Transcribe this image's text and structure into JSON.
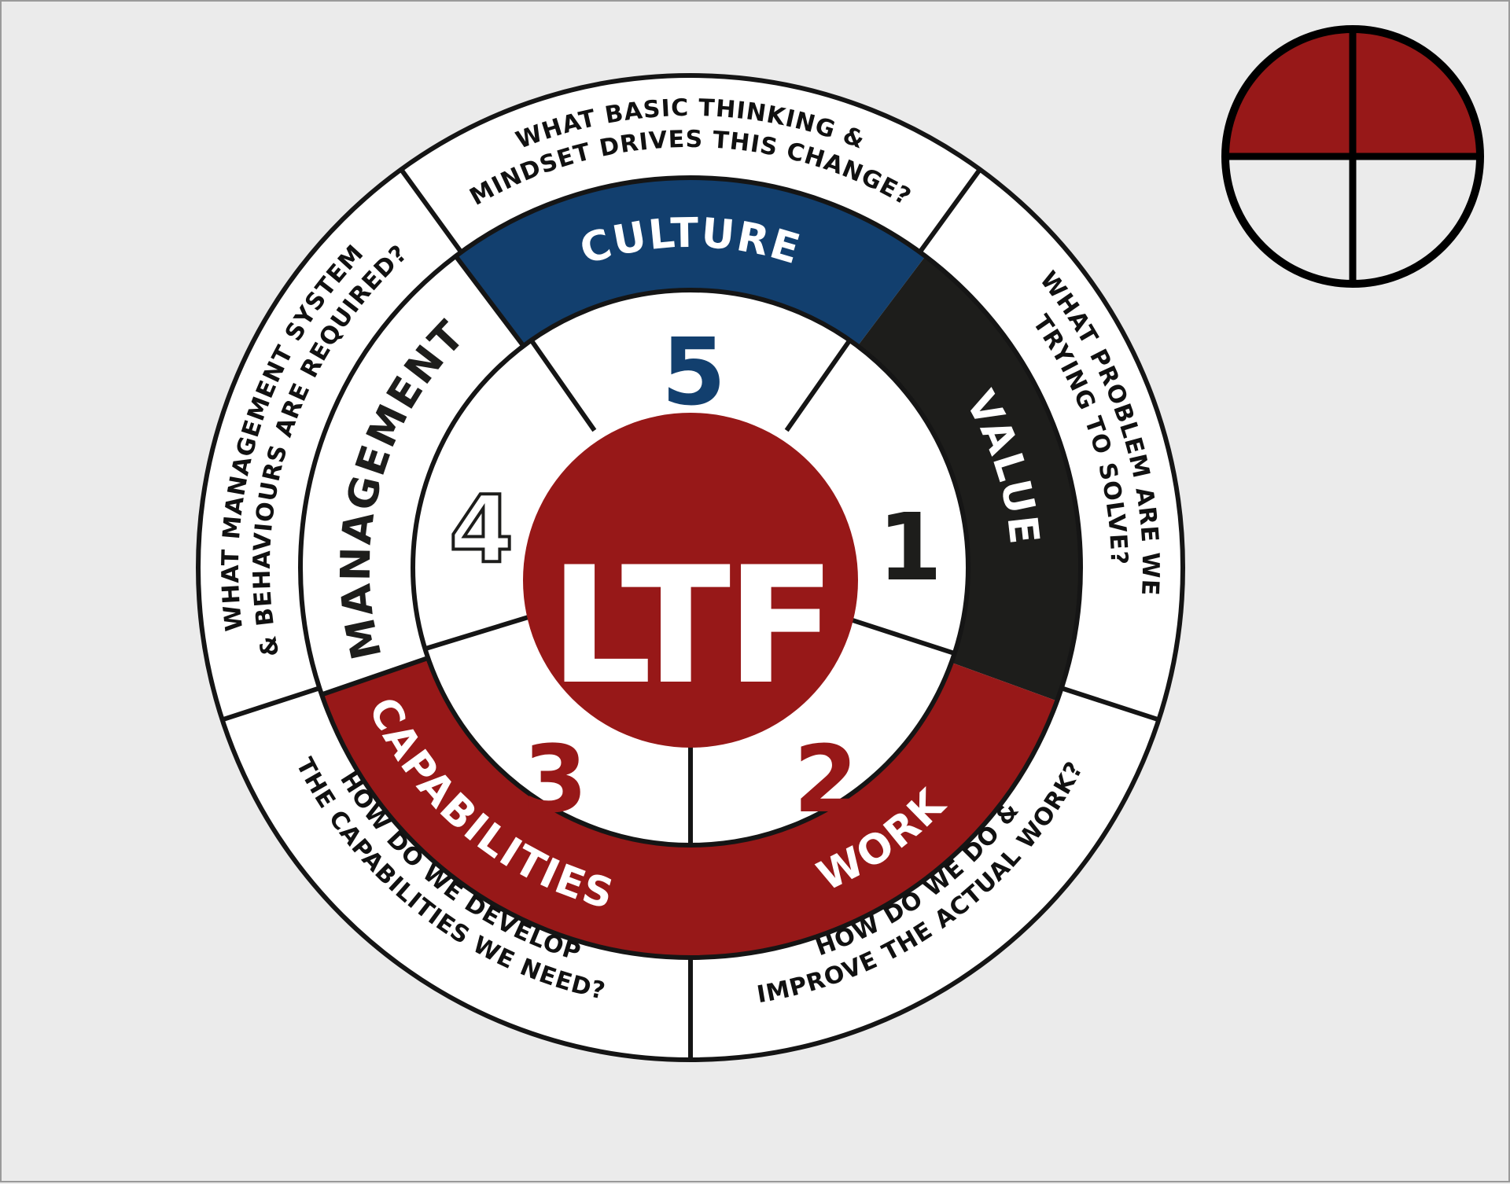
{
  "colors": {
    "red": "#971818",
    "blue": "#123f6e",
    "black": "#1d1d1b",
    "line": "#151515",
    "white": "#ffffff",
    "background": "#ebebeb"
  },
  "center": {
    "label": "LTF"
  },
  "segments": {
    "value": {
      "number": "1",
      "category": "VALUE",
      "question_line1": "WHAT PROBLEM ARE WE",
      "question_line2": "TRYING TO SOLVE?"
    },
    "work": {
      "number": "2",
      "category": "WORK",
      "question_line1": "HOW DO WE DO &",
      "question_line2": "IMPROVE THE ACTUAL WORK?"
    },
    "capabilities": {
      "number": "3",
      "category": "CAPABILITIES",
      "question_line1": "HOW DO WE DEVELOP",
      "question_line2": "THE CAPABILITIES WE NEED?"
    },
    "management": {
      "number": "4",
      "category": "MANAGEMENT",
      "question_line1": "WHAT MANAGEMENT SYSTEM",
      "question_line2": "& BEHAVIOURS ARE REQUIRED?"
    },
    "culture": {
      "number": "5",
      "category": "CULTURE",
      "question_line1": "WHAT BASIC THINKING &",
      "question_line2": "MINDSET DRIVES THIS CHANGE?"
    }
  },
  "progress_icon": {
    "filled_quadrants": 2,
    "total_quadrants": 4
  }
}
